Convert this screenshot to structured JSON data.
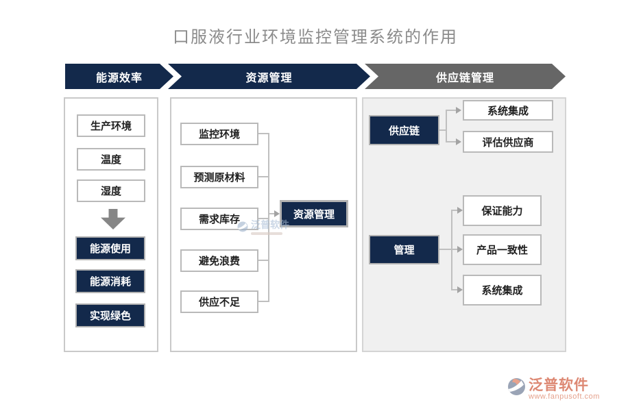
{
  "title": "口服液行业环境监控管理系统的作用",
  "banners": [
    {
      "label": "能源效率"
    },
    {
      "label": "资源管理"
    },
    {
      "label": "供应链管理"
    }
  ],
  "energy_panel": {
    "input_boxes": [
      "生产环境",
      "温度",
      "湿度"
    ],
    "output_boxes": [
      "能源使用",
      "能源消耗",
      "实现绿色"
    ]
  },
  "resource_panel": {
    "source_boxes": [
      "监控环境",
      "预测原材料",
      "需求库存",
      "避免浪费",
      "供应不足"
    ],
    "target_box": "资源管理"
  },
  "supply_panel": {
    "groups": [
      {
        "label": "供应链",
        "children": [
          "系统集成",
          "评估供应商"
        ]
      },
      {
        "label": "管理",
        "children": [
          "保证能力",
          "产品一致性",
          "系统集成"
        ]
      }
    ]
  },
  "watermark": {
    "brand": "泛普软件"
  },
  "footer_logo": {
    "brand": "泛普软件",
    "url": "www.fanpusoft.com"
  },
  "colors": {
    "navy": "#13294b",
    "banner_gray": "#666666",
    "right_panel_bg": "#f0f0f0",
    "title_gray": "#8b8b8b",
    "connector_gray": "#bfbfbf",
    "brand_salmon": "#dd8873"
  }
}
